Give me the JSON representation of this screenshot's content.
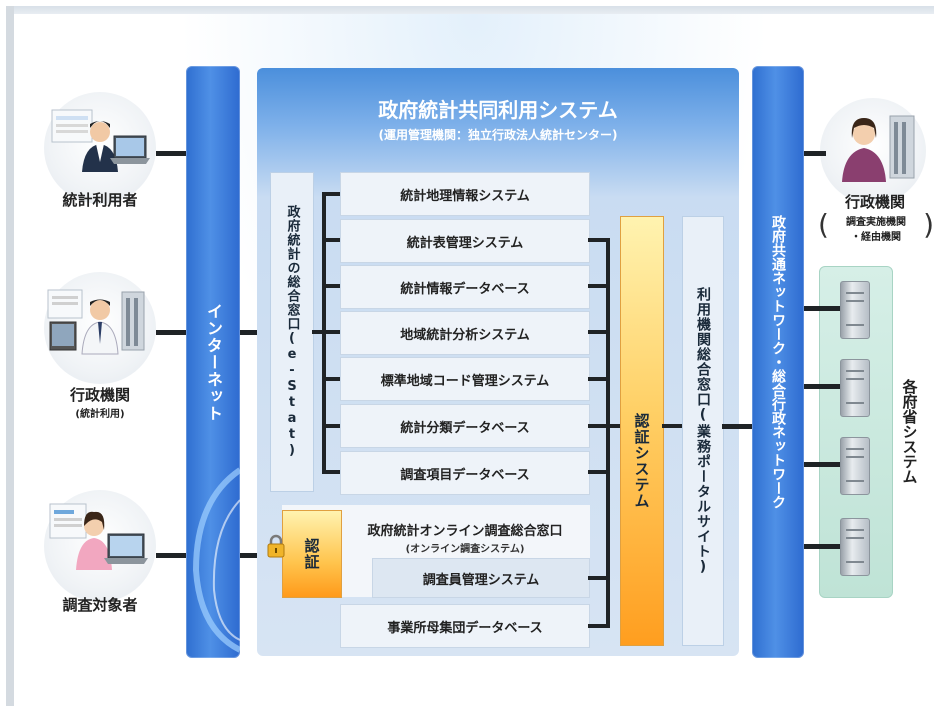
{
  "main_system": {
    "title": "政府統計共同利用システム",
    "subtitle": "(運用管理機関：独立行政法人統計センター)"
  },
  "actors": {
    "statistics_user": {
      "label": "統計利用者"
    },
    "admin_agency_left": {
      "label": "行政機関",
      "sub": "(統計利用)"
    },
    "survey_respondent": {
      "label": "調査対象者"
    },
    "admin_agency_right": {
      "label": "行政機関",
      "sub_line1": "調査実施機関",
      "sub_line2": "・経由機関"
    }
  },
  "columns": {
    "internet": "インターネット",
    "gov_network": "政府共通ネットワーク・総合行政ネットワーク",
    "estat_window": "政府統計の総合窓口(e-Stat)",
    "auth_system": "認証システム",
    "user_portal": "利用機関総合窓口(業務ポータルサイト)",
    "auth_short": "認証",
    "ministry_systems": "各府省システム"
  },
  "systems": [
    "統計地理情報システム",
    "統計表管理システム",
    "統計情報データベース",
    "地域統計分析システム",
    "標準地域コード管理システム",
    "統計分類データベース",
    "調査項目データベース"
  ],
  "online_survey": {
    "title": "政府統計オンライン調査総合窓口",
    "subtitle": "(オンライン調査システム)"
  },
  "investigator_system": "調査員管理システム",
  "establishment_db": "事業所母集団データベース",
  "icons": [
    "lock-icon",
    "server-icon",
    "person-icon",
    "laptop-icon",
    "building-icon"
  ],
  "colors": {
    "internet_blue": "#3a78d8",
    "panel_blue": "#5b9be0",
    "auth_orange": "#ff9e1f",
    "ministry_green": "#c8e8dc"
  }
}
